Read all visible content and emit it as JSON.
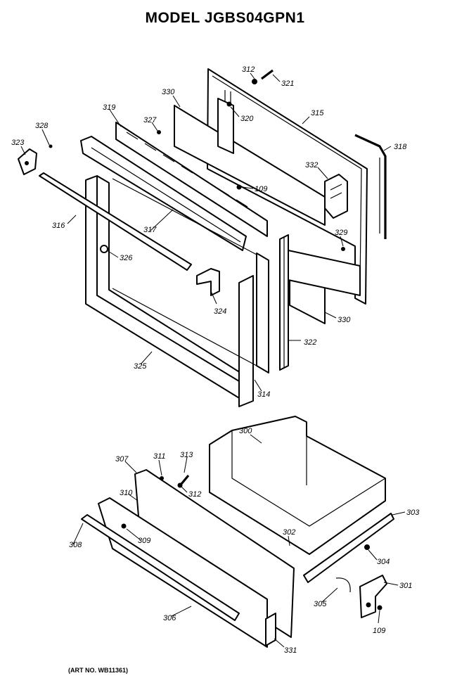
{
  "title": "MODEL JGBS04GPN1",
  "art_number": "(ART NO. WB11361)",
  "callouts": [
    {
      "id": "c312a",
      "text": "312"
    },
    {
      "id": "c321",
      "text": "321"
    },
    {
      "id": "c330a",
      "text": "330"
    },
    {
      "id": "c320",
      "text": "320"
    },
    {
      "id": "c315",
      "text": "315"
    },
    {
      "id": "c319",
      "text": "319"
    },
    {
      "id": "c327",
      "text": "327"
    },
    {
      "id": "c328",
      "text": "328"
    },
    {
      "id": "c323",
      "text": "323"
    },
    {
      "id": "c318",
      "text": "318"
    },
    {
      "id": "c332",
      "text": "332"
    },
    {
      "id": "c109a",
      "text": "109"
    },
    {
      "id": "c316",
      "text": "316"
    },
    {
      "id": "c317",
      "text": "317"
    },
    {
      "id": "c329",
      "text": "329"
    },
    {
      "id": "c326",
      "text": "326"
    },
    {
      "id": "c324",
      "text": "324"
    },
    {
      "id": "c330b",
      "text": "330"
    },
    {
      "id": "c322",
      "text": "322"
    },
    {
      "id": "c325",
      "text": "325"
    },
    {
      "id": "c314",
      "text": "314"
    },
    {
      "id": "c300",
      "text": "300"
    },
    {
      "id": "c307",
      "text": "307"
    },
    {
      "id": "c311",
      "text": "311"
    },
    {
      "id": "c313",
      "text": "313"
    },
    {
      "id": "c312b",
      "text": "312"
    },
    {
      "id": "c310",
      "text": "310"
    },
    {
      "id": "c303",
      "text": "303"
    },
    {
      "id": "c302",
      "text": "302"
    },
    {
      "id": "c308a",
      "text": "308"
    },
    {
      "id": "c309",
      "text": "309"
    },
    {
      "id": "c304",
      "text": "304"
    },
    {
      "id": "c301",
      "text": "301"
    },
    {
      "id": "c305",
      "text": "305"
    },
    {
      "id": "c306",
      "text": "306"
    },
    {
      "id": "c109b",
      "text": "109"
    },
    {
      "id": "c331",
      "text": "331"
    }
  ]
}
